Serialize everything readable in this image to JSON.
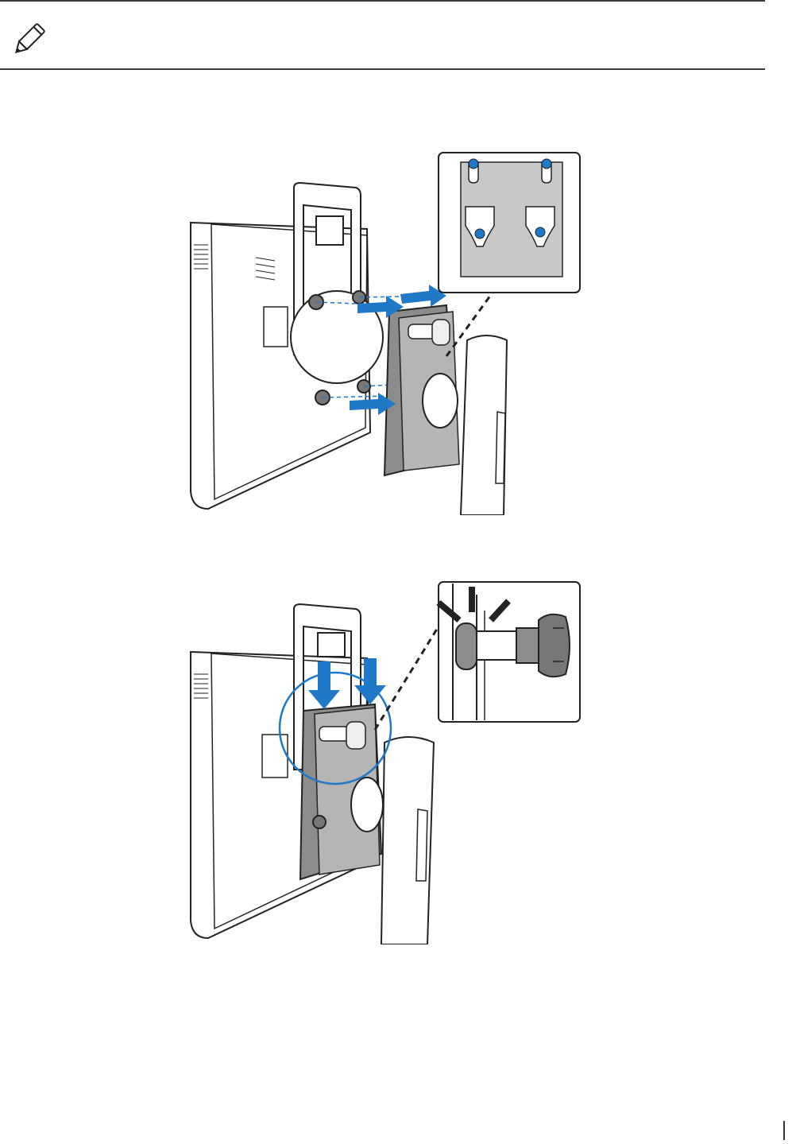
{
  "note": {
    "icon": "pencil-icon"
  },
  "figures": [
    {
      "name": "attach-plate-figure",
      "callout": "slot-detail-callout"
    },
    {
      "name": "slide-down-figure",
      "callout": "knob-detail-callout"
    }
  ],
  "colors": {
    "arrow": "#1f78c8",
    "line": "#222222",
    "plate": "#8c8c8c",
    "callout_fill": "#c9c9c9"
  }
}
